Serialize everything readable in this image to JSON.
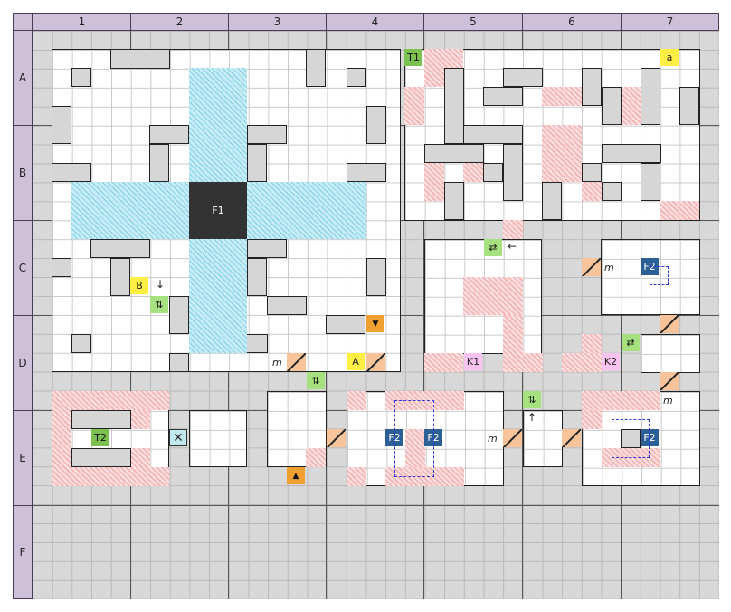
{
  "columns": [
    "1",
    "2",
    "3",
    "4",
    "5",
    "6",
    "7"
  ],
  "rows": [
    "A",
    "B",
    "C",
    "D",
    "E",
    "F"
  ],
  "markers": {
    "T1": "T1",
    "T2": "T2",
    "a": "a",
    "F1": "F1",
    "F2": "F2",
    "B": "B",
    "A": "A",
    "K1": "K1",
    "K2": "K2",
    "m": "m",
    "up_down": "⇅",
    "swap": "⇄",
    "down_arrow": "↓",
    "up_arrow": "↑",
    "left_arrow": "←",
    "down_tri": "▼",
    "up_tri": "▲"
  },
  "colors": {
    "header": "#cfc0d9",
    "wall": "#d6d6d6",
    "floor": "#ffffff",
    "damage": "#f4b7b7",
    "water": "#7fd0e6",
    "pit": "#333333"
  }
}
